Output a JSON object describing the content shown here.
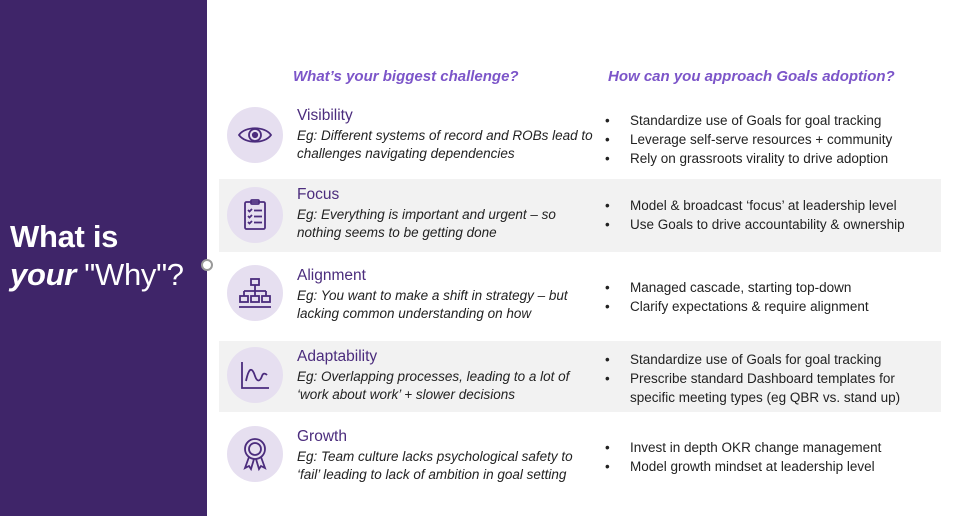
{
  "sidebar": {
    "title_line1": "What is",
    "title_your": "your",
    "title_why": " \"Why\"?"
  },
  "headers": {
    "challenge": "What’s your biggest challenge?",
    "approach": "How can you approach Goals adoption?"
  },
  "rows": [
    {
      "title": "Visibility",
      "icon": "eye-icon",
      "description": "Eg: Different systems of record and ROBs lead to challenges navigating dependencies",
      "bullets": [
        "Standardize use of Goals for goal tracking",
        "Leverage self-serve resources + community",
        "Rely on grassroots virality to drive adoption"
      ]
    },
    {
      "title": "Focus",
      "icon": "clipboard-checklist-icon",
      "description": "Eg: Everything is important and urgent – so nothing seems to be getting done",
      "bullets": [
        "Model & broadcast ‘focus’ at leadership level",
        "Use Goals to drive accountability & ownership"
      ]
    },
    {
      "title": "Alignment",
      "icon": "hierarchy-icon",
      "description": "Eg: You want to make a shift in strategy – but lacking common understanding on how",
      "bullets": [
        "Managed cascade, starting top-down",
        "Clarify expectations & require alignment"
      ]
    },
    {
      "title": "Adaptability",
      "icon": "line-chart-icon",
      "description": "Eg: Overlapping processes, leading to a lot of ‘work about work’ + slower decisions",
      "bullets": [
        "Standardize use of Goals for goal tracking",
        "Prescribe standard Dashboard templates for specific meeting types (eg QBR vs. stand up)"
      ]
    },
    {
      "title": "Growth",
      "icon": "award-ribbon-icon",
      "description": "Eg: Team culture lacks psychological safety to ‘fail’ leading to lack of ambition in goal setting",
      "bullets": [
        "Invest in depth OKR change management",
        "Model growth mindset at leadership level"
      ]
    }
  ],
  "colors": {
    "sidebar": "#3f2569",
    "header_accent": "#7c55c9",
    "row_title": "#4b2c7d",
    "icon_bg": "#e6dff0",
    "row_shade": "#f2f2f2"
  }
}
